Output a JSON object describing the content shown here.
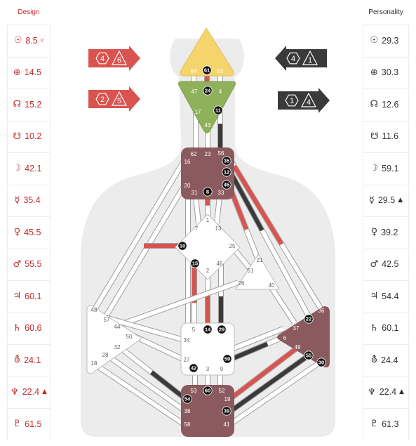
{
  "design": {
    "title": "Design",
    "rows": [
      {
        "sym": "☉",
        "value": "8.5",
        "mark": "▿"
      },
      {
        "sym": "⊕",
        "value": "14.5",
        "mark": ""
      },
      {
        "sym": "☊",
        "value": "15.2",
        "mark": ""
      },
      {
        "sym": "☋",
        "value": "10.2",
        "mark": ""
      },
      {
        "sym": "☽",
        "value": "42.1",
        "mark": ""
      },
      {
        "sym": "☿",
        "value": "35.4",
        "mark": ""
      },
      {
        "sym": "♀",
        "value": "45.5",
        "mark": ""
      },
      {
        "sym": "♂",
        "value": "55.5",
        "mark": ""
      },
      {
        "sym": "♃",
        "value": "60.1",
        "mark": ""
      },
      {
        "sym": "♄",
        "value": "60.6",
        "mark": ""
      },
      {
        "sym": "⛢",
        "value": "24.1",
        "mark": ""
      },
      {
        "sym": "♆",
        "value": "22.4",
        "mark": "▲"
      },
      {
        "sym": "♇",
        "value": "61.5",
        "mark": ""
      }
    ]
  },
  "personality": {
    "title": "Personality",
    "rows": [
      {
        "sym": "☉",
        "value": "29.3",
        "mark": ""
      },
      {
        "sym": "⊕",
        "value": "30.3",
        "mark": ""
      },
      {
        "sym": "☊",
        "value": "12.6",
        "mark": ""
      },
      {
        "sym": "☋",
        "value": "11.6",
        "mark": ""
      },
      {
        "sym": "☽",
        "value": "59.1",
        "mark": ""
      },
      {
        "sym": "☿",
        "value": "29.5",
        "mark": "▲"
      },
      {
        "sym": "♀",
        "value": "39.2",
        "mark": ""
      },
      {
        "sym": "♂",
        "value": "42.5",
        "mark": ""
      },
      {
        "sym": "♃",
        "value": "54.4",
        "mark": ""
      },
      {
        "sym": "♄",
        "value": "60.1",
        "mark": ""
      },
      {
        "sym": "⛢",
        "value": "24.4",
        "mark": ""
      },
      {
        "sym": "♆",
        "value": "22.4",
        "mark": "▲"
      },
      {
        "sym": "♇",
        "value": "61.3",
        "mark": ""
      }
    ]
  },
  "arrows": {
    "design_top": [
      "4",
      "6"
    ],
    "design_bottom": [
      "2",
      "5"
    ],
    "personality_top": [
      "4",
      "1"
    ],
    "personality_bottom": [
      "1",
      "4"
    ]
  },
  "colors": {
    "design_red": "#d9534f",
    "personality_dark": "#3a3a3a",
    "head": "#f5d46b",
    "ajna": "#8fb15a",
    "defined": "#8b5a5e",
    "silhouette": "#ececec"
  },
  "gates": {
    "g64": "64",
    "g61": "61",
    "g63": "63",
    "g47": "47",
    "g24": "24",
    "g4": "4",
    "g17": "17",
    "g11": "11",
    "g43": "43",
    "g62": "62",
    "g23": "23",
    "g56": "56",
    "g16": "16",
    "g35": "35",
    "g12": "12",
    "g45": "45",
    "g20": "20",
    "g31": "31",
    "g8": "8",
    "g33": "33",
    "g1": "1",
    "g7": "7",
    "g13": "13",
    "g10": "10",
    "g25": "25",
    "g15": "15",
    "g46": "46",
    "g2": "2",
    "g21": "21",
    "g51": "51",
    "g26": "26",
    "g40": "40",
    "g48": "48",
    "g57": "57",
    "g44": "44",
    "g50": "50",
    "g32": "32",
    "g28": "28",
    "g18": "18",
    "g5": "5",
    "g14": "14",
    "g29": "29",
    "g34": "34",
    "g27": "27",
    "g59": "59",
    "g42": "42",
    "g3": "3",
    "g9": "9",
    "g36": "36",
    "g22": "22",
    "g37": "37",
    "g6": "6",
    "g49": "49",
    "g55": "55",
    "g30": "30",
    "g53": "53",
    "g60": "60",
    "g52": "52",
    "g54": "54",
    "g19": "19",
    "g38": "38",
    "g39": "39",
    "g58": "58",
    "g41": "41"
  }
}
